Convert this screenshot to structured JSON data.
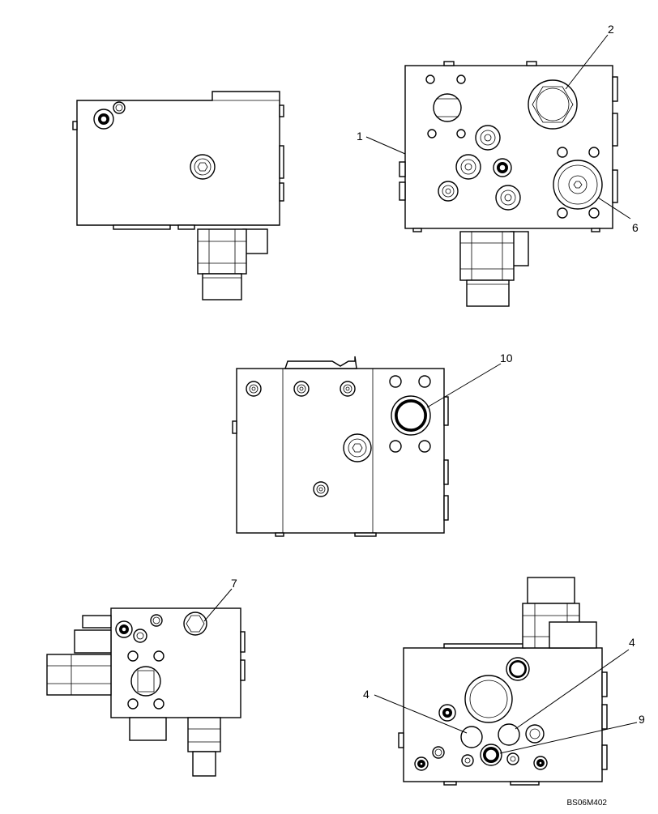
{
  "callouts": [
    "1",
    "2",
    "6",
    "10",
    "7",
    "4",
    "4",
    "9"
  ],
  "drawing_code": "BS06M402",
  "colors": {
    "line": "#000000",
    "background": "#ffffff"
  }
}
